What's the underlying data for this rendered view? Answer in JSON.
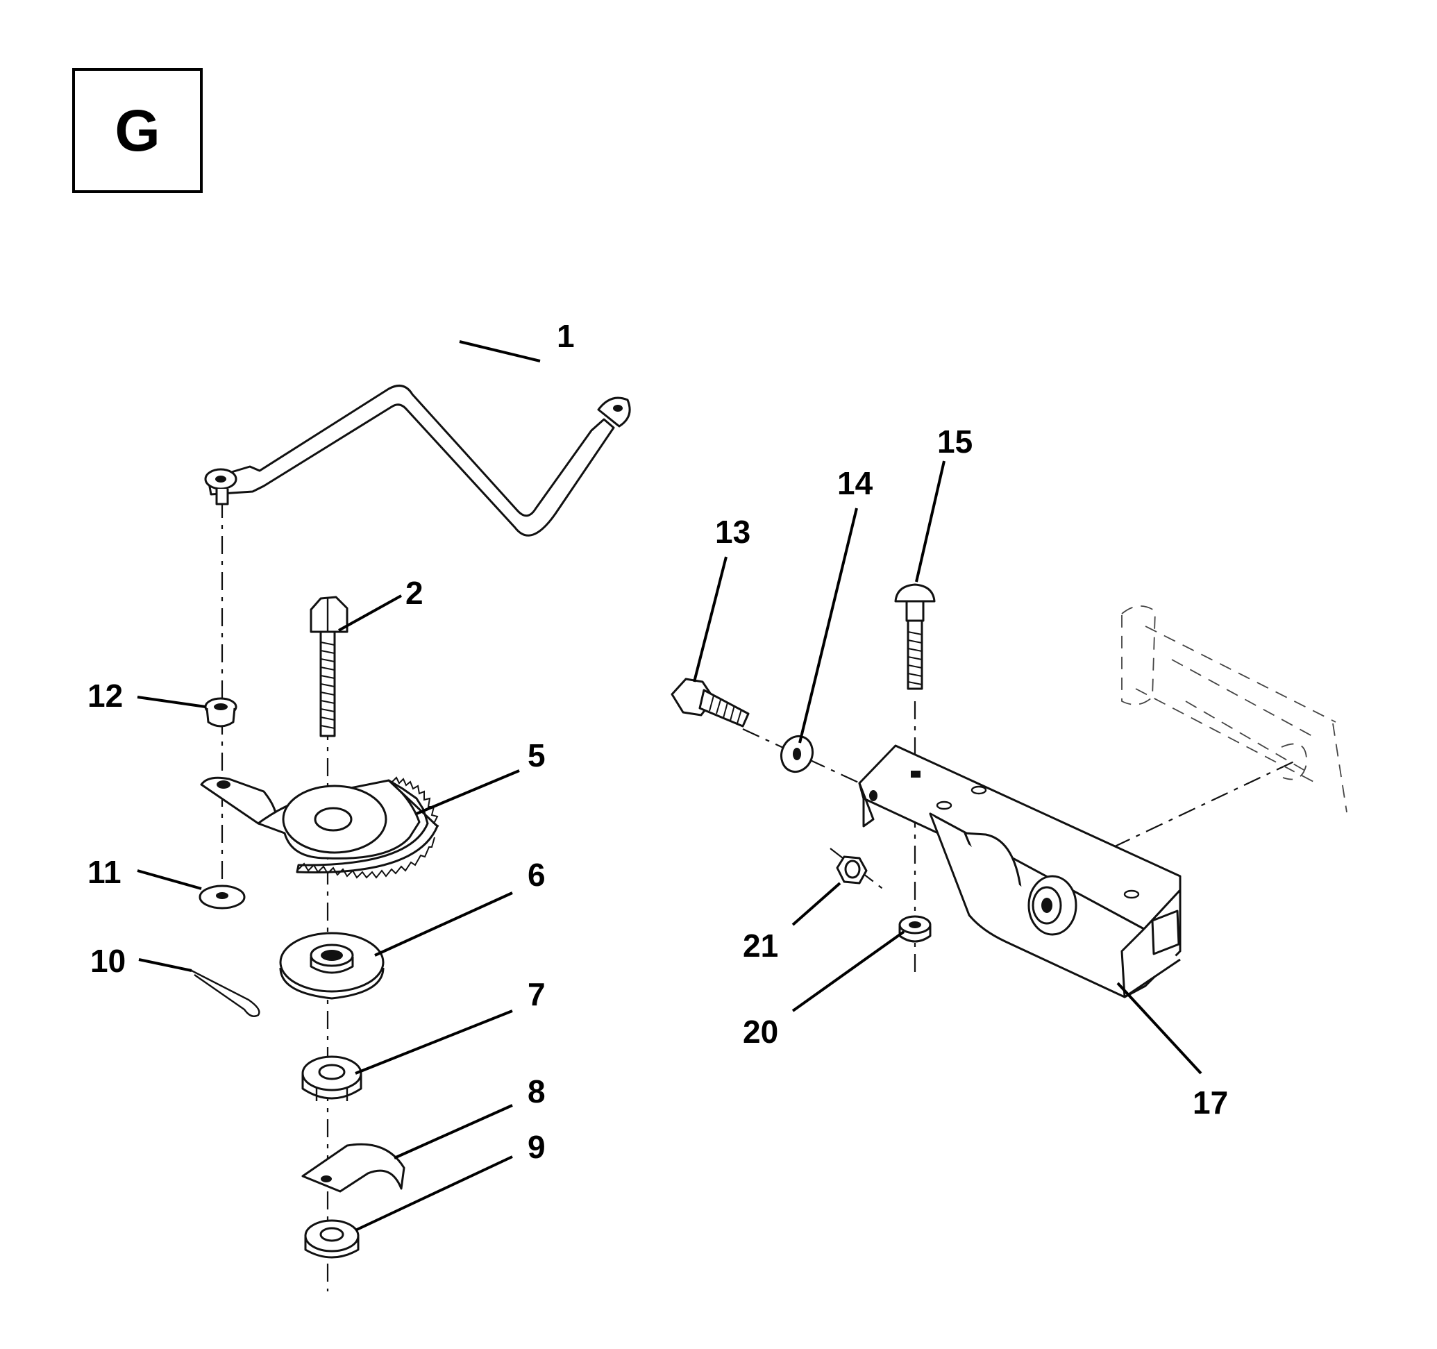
{
  "diagram": {
    "tag": "G",
    "callouts": [
      "1",
      "2",
      "5",
      "6",
      "7",
      "8",
      "9",
      "10",
      "11",
      "12",
      "13",
      "14",
      "15",
      "17",
      "20",
      "21"
    ]
  }
}
